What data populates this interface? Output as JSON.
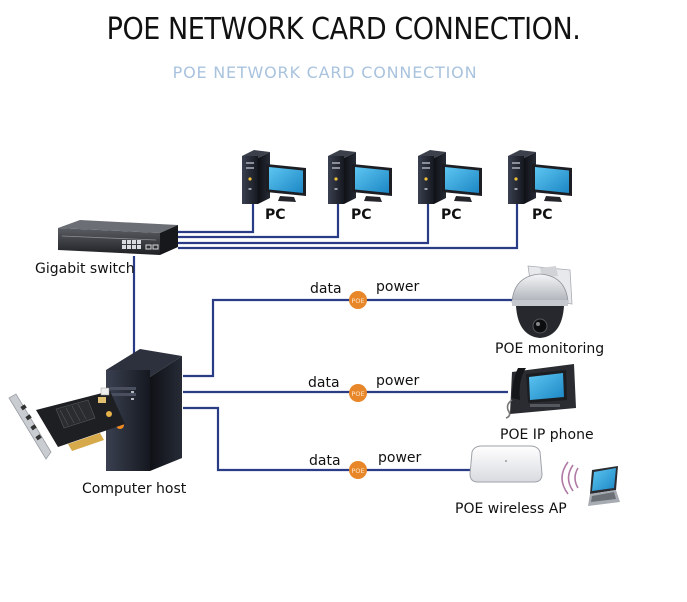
{
  "header": {
    "title": "POE NETWORK CARD CONNECTION.",
    "subtitle": "POE NETWORK CARD CONNECTION"
  },
  "colors": {
    "line": "#2b3c87",
    "poe_badge": "#e8872a",
    "subtitle": "#a9c3de",
    "monitor_screen": "#2a9fd6"
  },
  "nodes": {
    "switch": {
      "label": "Gigabit switch",
      "icon": "network-switch-icon"
    },
    "pcs": [
      {
        "label": "PC",
        "icon": "desktop-pc-icon"
      },
      {
        "label": "PC",
        "icon": "desktop-pc-icon"
      },
      {
        "label": "PC",
        "icon": "desktop-pc-icon"
      },
      {
        "label": "PC",
        "icon": "desktop-pc-icon"
      }
    ],
    "host": {
      "label": "Computer host",
      "icon": "computer-tower-icon"
    },
    "nic": {
      "icon": "poe-network-card-icon"
    },
    "devices": [
      {
        "label": "POE monitoring",
        "icon": "ptz-dome-camera-icon"
      },
      {
        "label": "POE IP phone",
        "icon": "ip-phone-icon"
      },
      {
        "label": "POE wireless AP",
        "icon": "wireless-access-point-icon"
      }
    ],
    "laptop": {
      "icon": "laptop-icon"
    },
    "wifi": {
      "icon": "wifi-signal-icon"
    }
  },
  "links": [
    {
      "left_label": "data",
      "badge": "POE",
      "right_label": "power"
    },
    {
      "left_label": "data",
      "badge": "POE",
      "right_label": "power"
    },
    {
      "left_label": "data",
      "badge": "POE",
      "right_label": "power"
    }
  ]
}
